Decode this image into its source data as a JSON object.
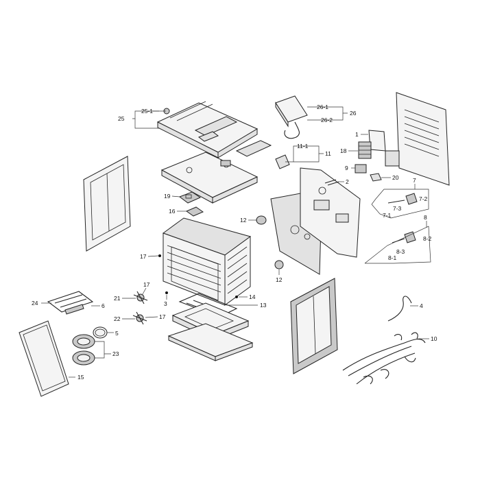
{
  "labels": {
    "l1": "1",
    "l2": "2",
    "l3": "3",
    "l4": "4",
    "l5": "5",
    "l6": "6",
    "l7": "7",
    "l7_1": "7-1",
    "l7_2": "7-2",
    "l7_3": "7-3",
    "l8": "8",
    "l8_1": "8-1",
    "l8_2": "8-2",
    "l8_3": "8-3",
    "l9": "9",
    "l10": "10",
    "l11": "11",
    "l11_1": "11-1",
    "l12a": "12",
    "l12b": "12",
    "l13": "13",
    "l14": "14",
    "l15": "15",
    "l16": "16",
    "l17a": "17",
    "l17b": "17",
    "l17c": "17",
    "l18": "18",
    "l19": "19",
    "l20": "20",
    "l21": "21",
    "l22": "22",
    "l23": "23",
    "l24": "24",
    "l25": "25",
    "l25_1": "25-1",
    "l26": "26",
    "l26_1": "26-1",
    "l26_2": "26-2"
  }
}
